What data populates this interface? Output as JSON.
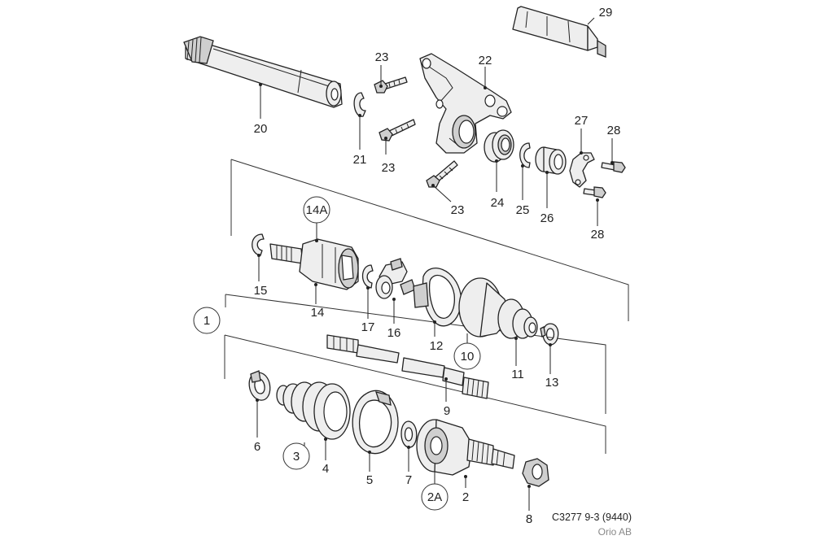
{
  "diagram": {
    "labels": {
      "p1": "1",
      "p2": "2",
      "p2a": "2A",
      "p3": "3",
      "p4": "4",
      "p5": "5",
      "p6": "6",
      "p7": "7",
      "p8": "8",
      "p9": "9",
      "p10": "10",
      "p11": "11",
      "p12": "12",
      "p13": "13",
      "p14": "14",
      "p14a": "14A",
      "p15": "15",
      "p16": "16",
      "p17": "17",
      "p20": "20",
      "p21": "21",
      "p22": "22",
      "p23a": "23",
      "p23b": "23",
      "p23c": "23",
      "p24": "24",
      "p25": "25",
      "p26": "26",
      "p27": "27",
      "p28a": "28",
      "p28b": "28",
      "p29": "29"
    },
    "reference": "C3277 9-3 (9440)",
    "credit": "Orio AB"
  }
}
